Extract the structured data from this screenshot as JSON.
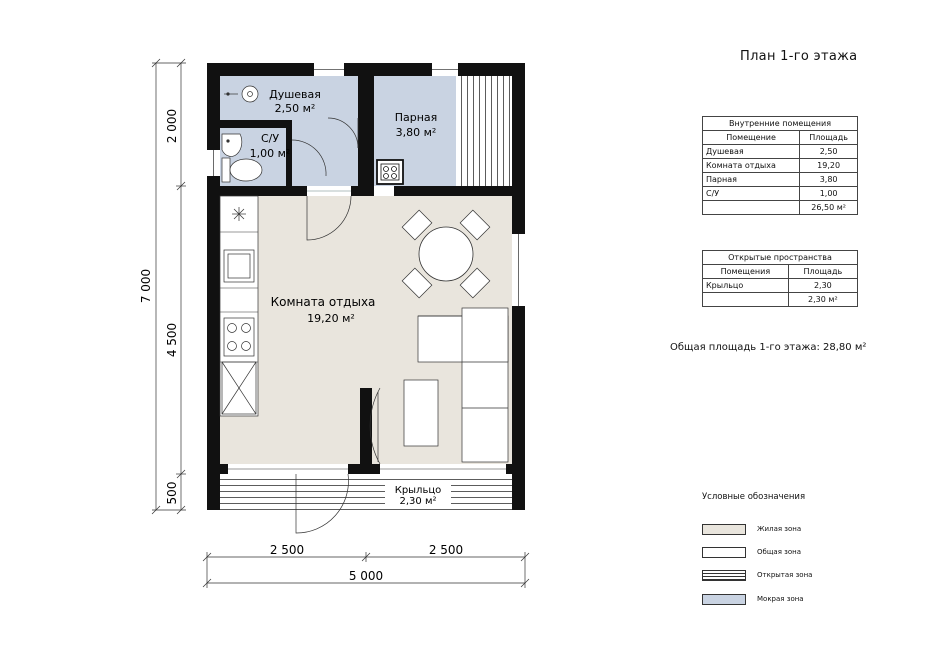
{
  "plan_title": "План 1-го этажа",
  "colors": {
    "living": "#e9e5dd",
    "common": "#ffffff",
    "wet": "#c9d3e2",
    "wall": "#111111"
  },
  "rooms": {
    "shower": {
      "name": "Душевая",
      "area": "2,50 м²"
    },
    "wc": {
      "name": "С/У",
      "area": "1,00 м²"
    },
    "sauna": {
      "name": "Парная",
      "area": "3,80 м²"
    },
    "lounge": {
      "name": "Комната отдыха",
      "area": "19,20 м²"
    },
    "porch": {
      "name": "Крыльцо",
      "area": "2,30 м²"
    }
  },
  "dimensions": {
    "overall_height": "7 000",
    "segment_top": "2 000",
    "segment_middle": "4 500",
    "segment_bottom": "500",
    "width_left": "2 500",
    "width_right": "2 500",
    "overall_width": "5 000"
  },
  "indoor_table": {
    "caption": "Внутренние помещения",
    "headers": [
      "Помещение",
      "Площадь"
    ],
    "rows": [
      [
        "Душевая",
        "2,50"
      ],
      [
        "Комната отдыха",
        "19,20"
      ],
      [
        "Парная",
        "3,80"
      ],
      [
        "С/У",
        "1,00"
      ]
    ],
    "total": "26,50 м²"
  },
  "outdoor_table": {
    "caption": "Открытые пространства",
    "headers": [
      "Помещения",
      "Площадь"
    ],
    "rows": [
      [
        "Крыльцо",
        "2,30"
      ]
    ],
    "total": "2,30 м²"
  },
  "total_area": "Общая площадь 1-го этажа:  28,80 м²",
  "legend": {
    "title": "Условные обозначения",
    "items": [
      {
        "label": "Жилая зона",
        "color": "#e9e5dd",
        "pattern": "solid"
      },
      {
        "label": "Общая зона",
        "color": "#ffffff",
        "pattern": "solid"
      },
      {
        "label": "Открытая зона",
        "color": "#ffffff",
        "pattern": "stripes"
      },
      {
        "label": "Мокрая зона",
        "color": "#c9d3e2",
        "pattern": "solid"
      }
    ]
  }
}
